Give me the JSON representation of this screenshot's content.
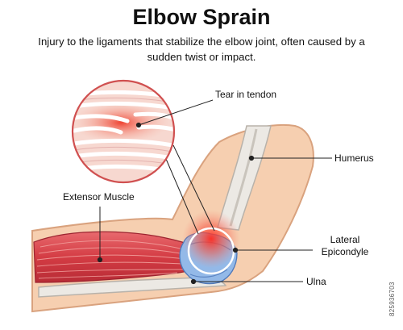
{
  "header": {
    "title": "Elbow Sprain",
    "subtitle": "Injury to the ligaments that stabilize the elbow joint, often caused by a sudden twist or impact."
  },
  "labels": {
    "tear": "Tear in tendon",
    "humerus": "Humerus",
    "extensor": "Extensor Muscle",
    "lateral_line1": "Lateral",
    "lateral_line2": "Epicondyle",
    "ulna": "Ulna"
  },
  "watermark": "825936703",
  "colors": {
    "skin": "#f6cfb0",
    "skin_outline": "#d9a27e",
    "muscle": "#d8424a",
    "bone": "#e9e5df",
    "ligament": "#8fb6e6",
    "inflammation": "#f0413c"
  }
}
